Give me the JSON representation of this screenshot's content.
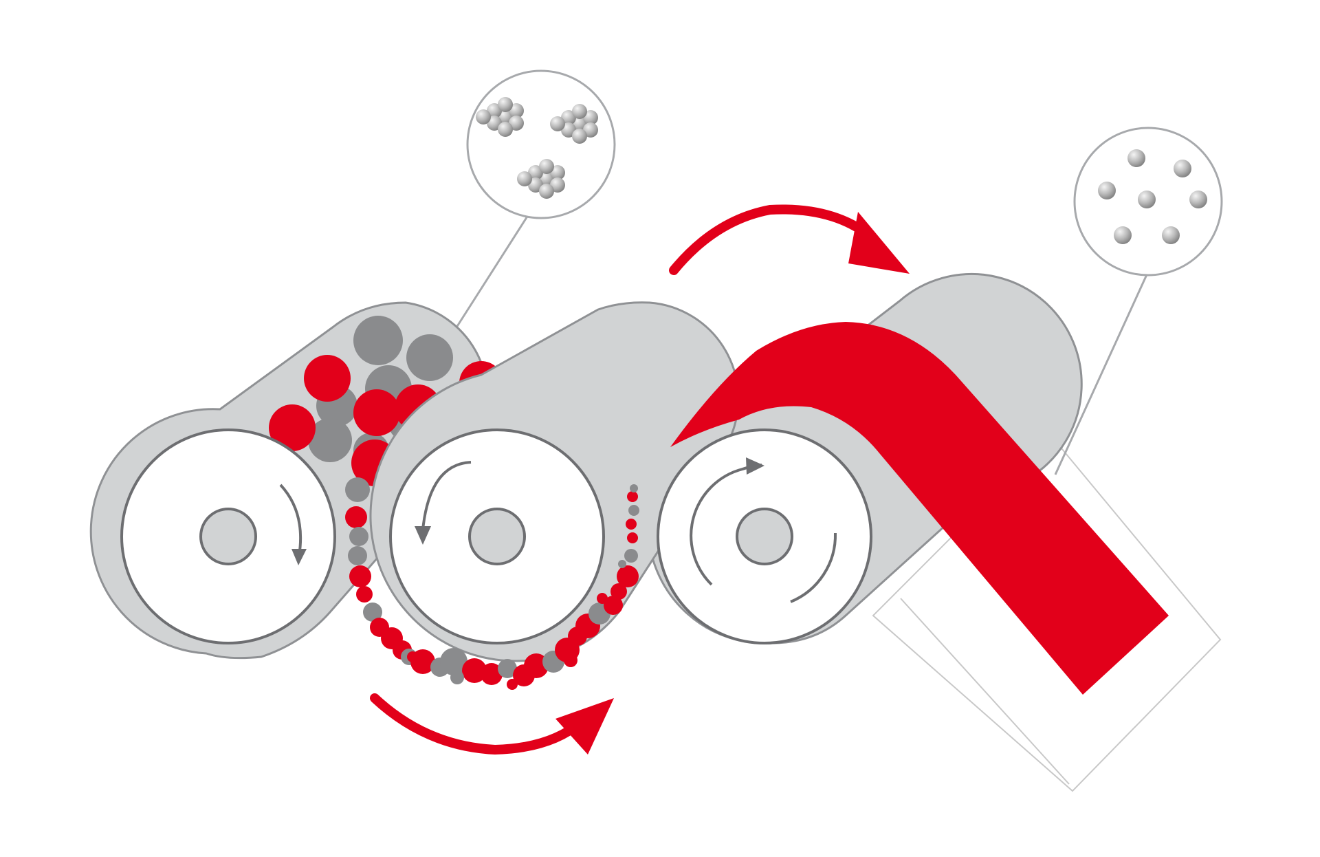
{
  "diagram": {
    "kind": "three-roll-mill-dispersion",
    "labels": [],
    "colors": {
      "background": "#ffffff",
      "housing": "#d1d3d4",
      "housing_stroke": "#8f9194",
      "roller_face": "#ffffff",
      "roller_stroke": "#6d6e71",
      "hub": "#d1d3d4",
      "accent_red": "#e2001a",
      "particle_grey": "#8a8b8d",
      "magnifier_stroke": "#a7a9ac",
      "sphere_light": "#f2f2f2",
      "sphere_dark": "#8c8c8c",
      "collector_stroke": "#c8c8c8"
    },
    "rollers": [
      {
        "id": "feed-roller",
        "rotation": "clockwise"
      },
      {
        "id": "center-roller",
        "rotation": "counter-clockwise"
      },
      {
        "id": "apron-roller",
        "rotation": "clockwise"
      }
    ],
    "icons": [
      "rotation-arrow-icon",
      "process-flow-arrow-icon",
      "magnifier-icon",
      "particle-sphere-icon",
      "scraper-blade-icon"
    ],
    "magnifiers": [
      {
        "id": "agglomerates",
        "state": "clustered"
      },
      {
        "id": "dispersed",
        "state": "separated"
      }
    ]
  }
}
